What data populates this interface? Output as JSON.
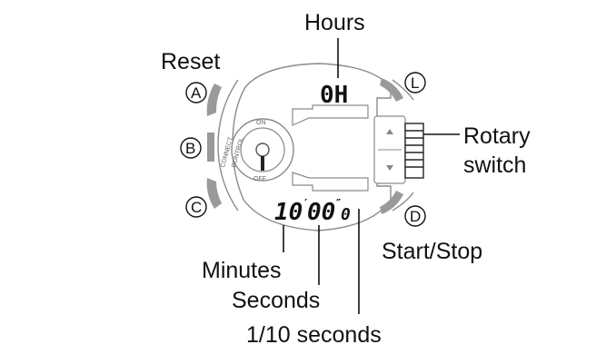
{
  "labels": {
    "hours": "Hours",
    "reset": "Reset",
    "rotary_line1": "Rotary",
    "rotary_line2": "switch",
    "start_stop": "Start/Stop",
    "minutes": "Minutes",
    "seconds": "Seconds",
    "tenth_seconds": "1/10 seconds"
  },
  "buttons": {
    "a": "A",
    "b": "B",
    "c": "C",
    "d": "D",
    "l": "L"
  },
  "display": {
    "hours_value": "0H",
    "minutes_value": "10",
    "seconds_value": "00",
    "tenth_value": "0"
  },
  "control": {
    "on": "ON",
    "off": "OFF",
    "connect": "CONNECT",
    "control": "CONTROL"
  },
  "colors": {
    "watch_outline": "#8a8a8a",
    "button_fill": "#9a9a9a",
    "text": "#111111"
  }
}
